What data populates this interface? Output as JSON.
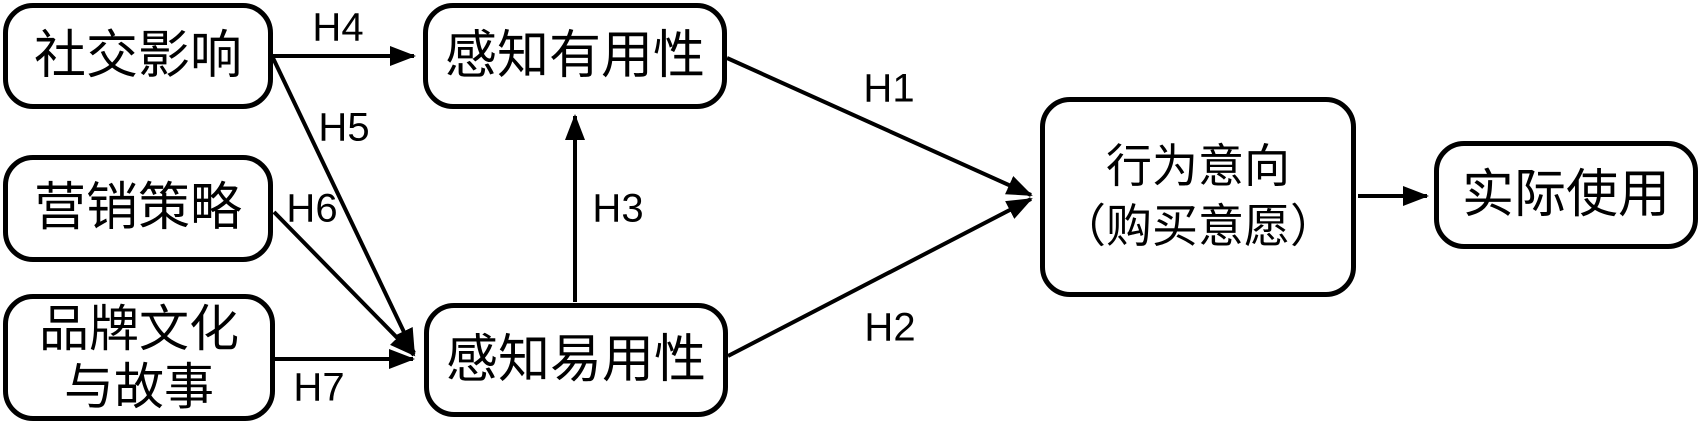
{
  "diagram": {
    "type": "research-model-diagram",
    "colors": {
      "background": "#ffffff",
      "stroke": "#000000",
      "text": "#000000"
    },
    "nodes": {
      "social_influence": {
        "label": "社交影响"
      },
      "marketing_strategy": {
        "label": "营销策略"
      },
      "brand_culture_story": {
        "line1": "品牌文化",
        "line2": "与故事"
      },
      "perceived_usefulness": {
        "label": "感知有用性"
      },
      "perceived_ease_of_use": {
        "label": "感知易用性"
      },
      "behavioral_intention": {
        "line1": "行为意向",
        "line2": "（购买意愿）"
      },
      "actual_use": {
        "label": "实际使用"
      }
    },
    "edge_labels": {
      "h1": "H1",
      "h2": "H2",
      "h3": "H3",
      "h4": "H4",
      "h5": "H5",
      "h6": "H6",
      "h7": "H7"
    },
    "edges": [
      {
        "id": "H4",
        "from": "社交影响",
        "to": "感知有用性"
      },
      {
        "id": "H5",
        "from": "社交影响",
        "to": "感知易用性"
      },
      {
        "id": "H6",
        "from": "营销策略",
        "to": "感知易用性"
      },
      {
        "id": "H7",
        "from": "品牌文化与故事",
        "to": "感知易用性"
      },
      {
        "id": "H3",
        "from": "感知易用性",
        "to": "感知有用性"
      },
      {
        "id": "H1",
        "from": "感知有用性",
        "to": "行为意向（购买意愿）"
      },
      {
        "id": "H2",
        "from": "感知易用性",
        "to": "行为意向（购买意愿）"
      },
      {
        "id": "",
        "from": "行为意向（购买意愿）",
        "to": "实际使用"
      }
    ]
  }
}
